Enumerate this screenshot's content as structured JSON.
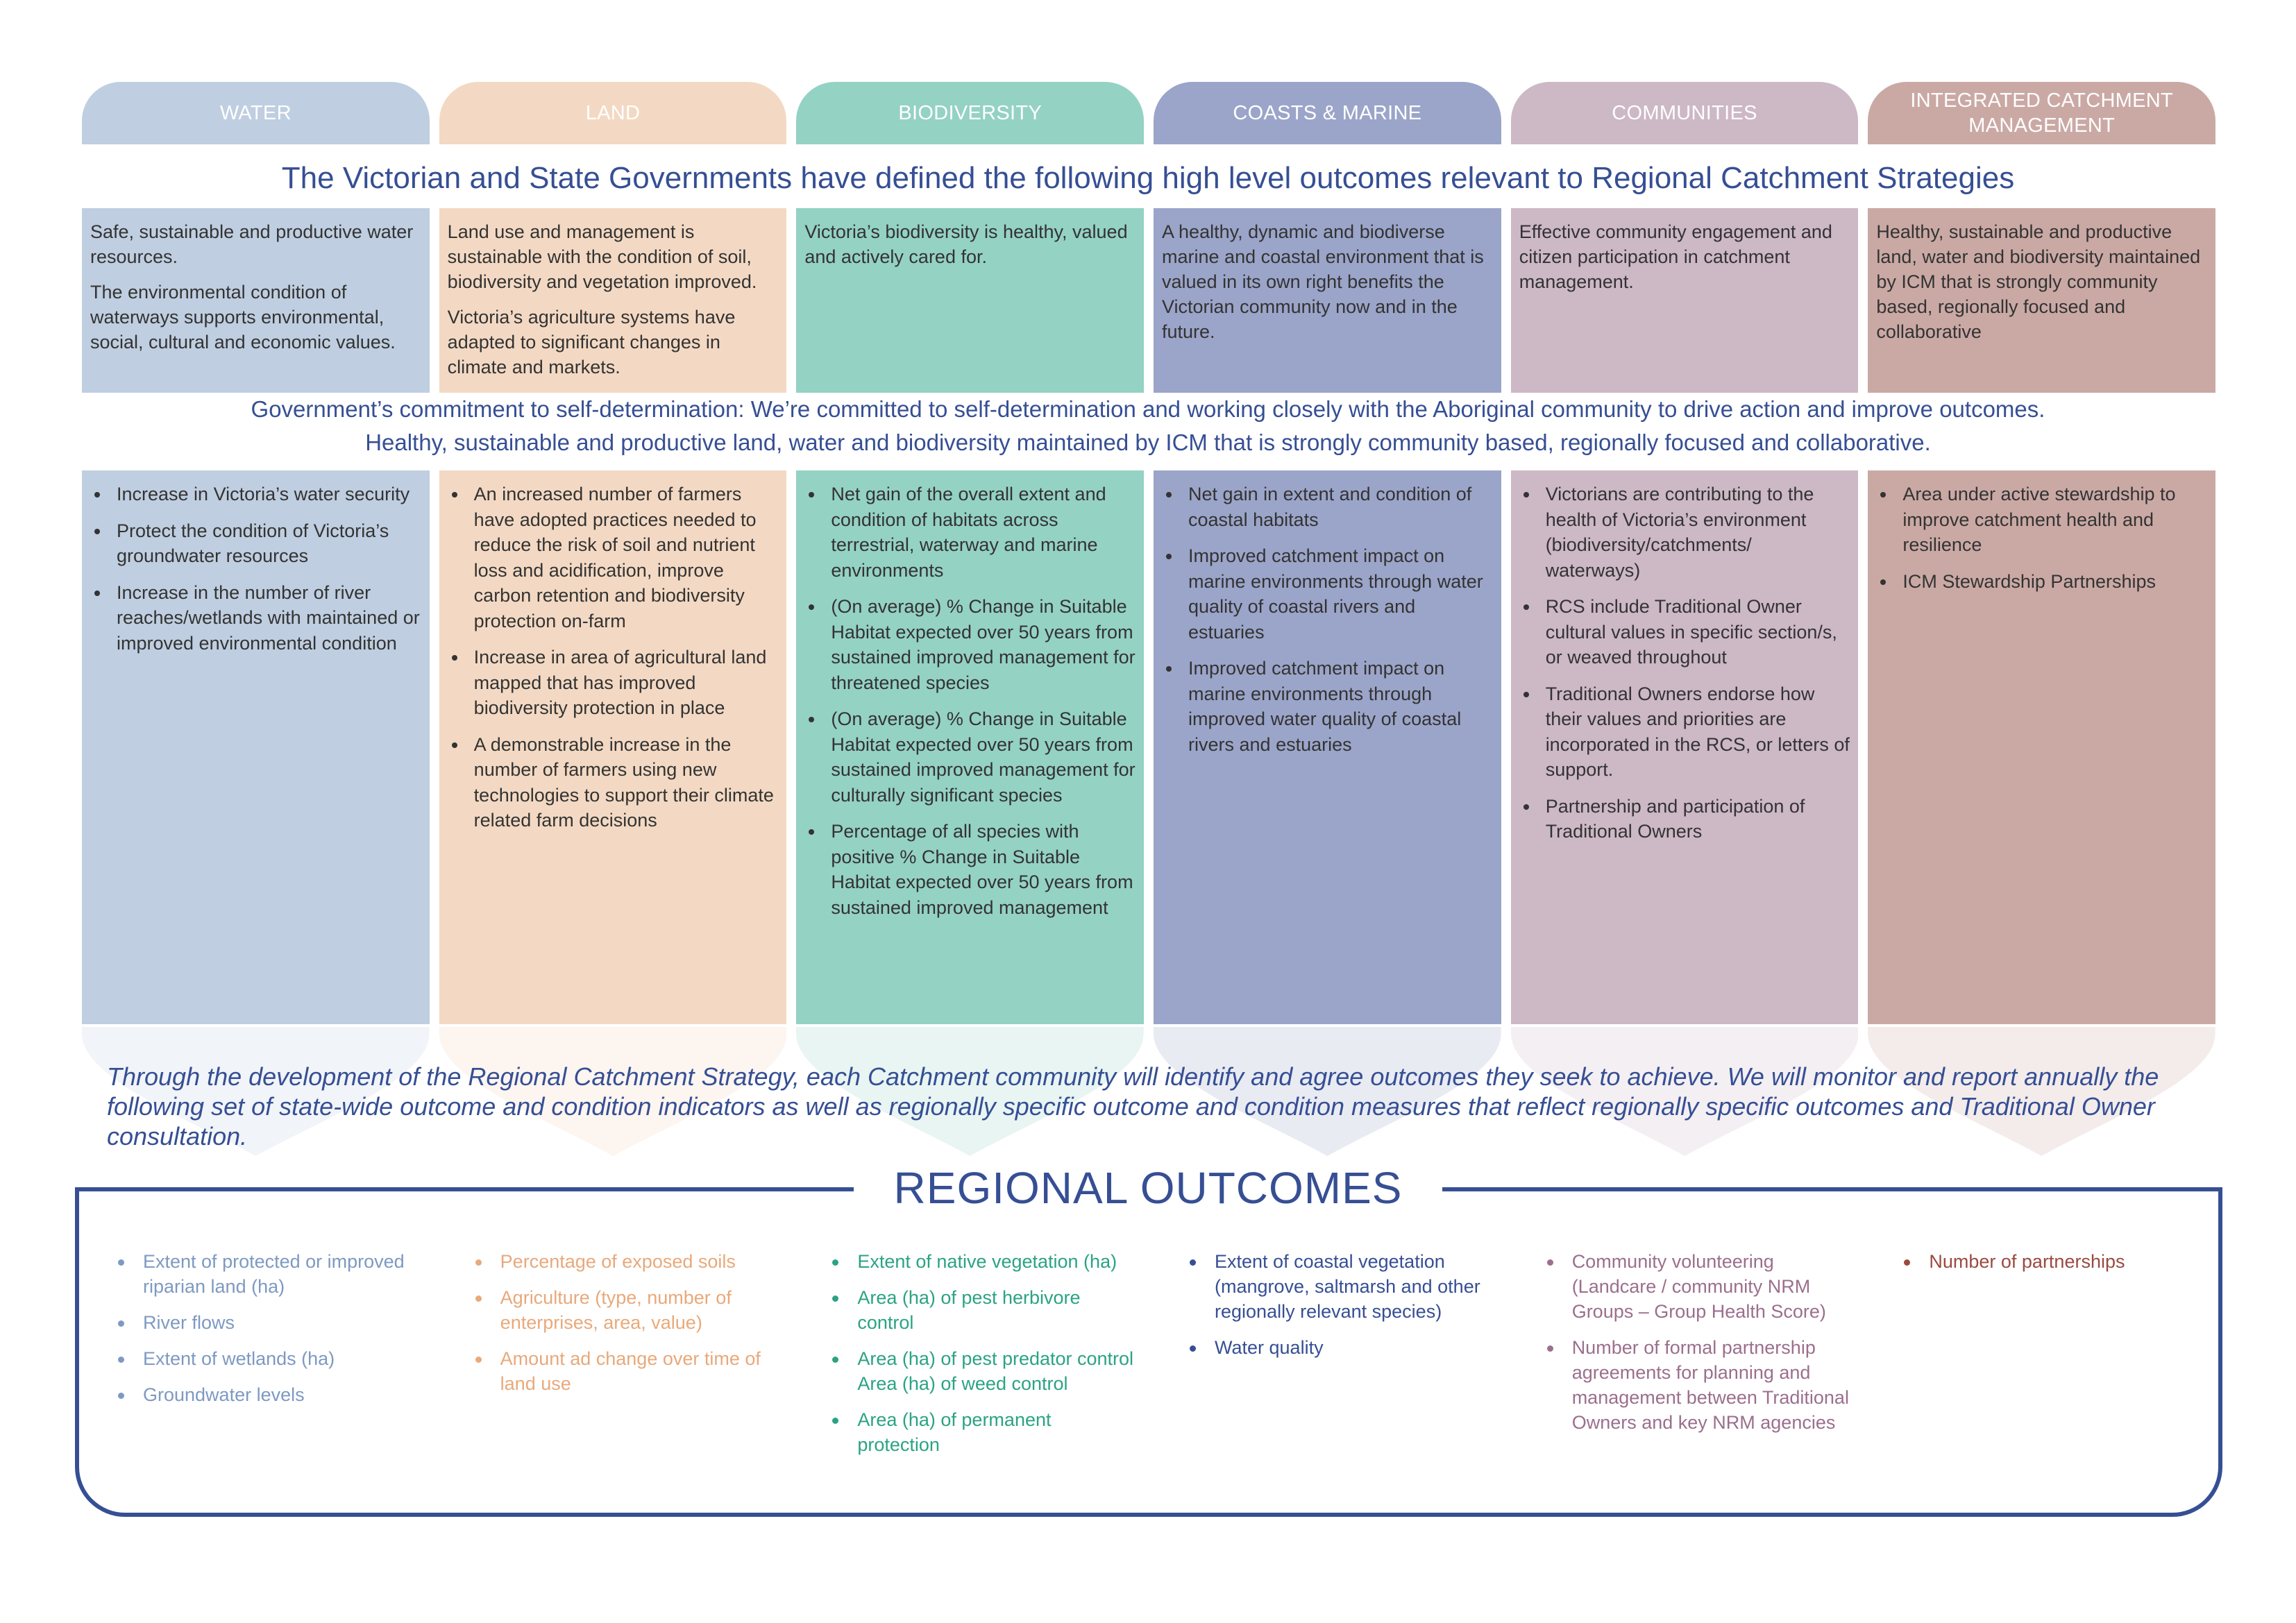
{
  "colors": {
    "water": "#bfcee0",
    "land": "#f3d9c3",
    "biodiversity": "#94d2c4",
    "coasts_marine": "#9ba5c9",
    "communities": "#cdb8c6",
    "icm": "#caa9a5",
    "accent_navy": "#364f94",
    "regional_water": "#7e99c2",
    "regional_land": "#e8a97b",
    "regional_biodiversity": "#2ba383",
    "regional_coasts": "#364f94",
    "regional_communities": "#9b6f8d",
    "regional_icm": "#9a4a40"
  },
  "themes": [
    {
      "key": "water",
      "label": "WATER"
    },
    {
      "key": "land",
      "label": "LAND"
    },
    {
      "key": "biodiversity",
      "label": "BIODIVERSITY"
    },
    {
      "key": "coasts_marine",
      "label": "COASTS & MARINE"
    },
    {
      "key": "communities",
      "label": "COMMUNITIES"
    },
    {
      "key": "icm",
      "label": "INTEGRATED CATCHMENT MANAGEMENT"
    }
  ],
  "main_title": "The Victorian and State Governments have defined the following high level outcomes relevant to Regional Catchment Strategies",
  "government_outcomes": [
    {
      "paragraphs": [
        "Safe, sustainable and productive water resources.",
        "The environmental condition of waterways supports environmental, social, cultural and economic values."
      ]
    },
    {
      "paragraphs": [
        "Land use and management is sustainable with the condition of soil, biodiversity and vegetation improved.",
        "Victoria’s agriculture systems have adapted to significant changes in climate and markets."
      ]
    },
    {
      "paragraphs": [
        "Victoria’s biodiversity is healthy, valued and actively cared for."
      ]
    },
    {
      "paragraphs": [
        "A healthy, dynamic and biodiverse marine and coastal environment that is valued in its own right benefits the Victorian community now and in the future."
      ]
    },
    {
      "paragraphs": [
        "Effective community engagement and citizen participation in catchment management."
      ]
    },
    {
      "paragraphs": [
        "Healthy, sustainable and productive land, water and biodiversity maintained by ICM that is strongly community based, regionally focused and collaborative"
      ]
    }
  ],
  "commitment": {
    "line1": "Government’s commitment to self-determination: We’re committed to self-determination and working closely with the Aboriginal community to drive action and improve outcomes.",
    "line2": "Healthy, sustainable and productive land, water and biodiversity maintained by ICM that is strongly community based, regionally focused and collaborative."
  },
  "indicators": [
    {
      "items": [
        "Increase in Victoria’s water security",
        "Protect the condition of Victoria’s groundwater resources",
        "Increase in the number of river reaches/wetlands with maintained or improved environmental condition"
      ]
    },
    {
      "items": [
        "An increased number of farmers have adopted practices needed to reduce the risk of soil and nutrient loss and acidification, improve carbon retention and biodiversity protection on-farm",
        "Increase in area of agricultural land mapped that has improved biodiversity protection in place",
        "A demonstrable increase in the number of farmers using new technologies to support their climate related farm decisions"
      ]
    },
    {
      "items": [
        "Net gain of the overall extent and condition of habitats across terrestrial, waterway and marine environments",
        "(On average) % Change in Suitable Habitat expected over 50 years from sustained improved management for threatened species",
        "(On average) % Change in Suitable Habitat expected over 50 years from sustained improved management for culturally significant species",
        "Percentage of all species with positive % Change in Suitable Habitat expected over 50 years from sustained improved management"
      ]
    },
    {
      "items": [
        "Net gain in extent and condition of coastal habitats",
        "Improved catchment impact on marine environments through water quality of coastal rivers and estuaries",
        "Improved catchment impact on marine environments through improved water quality of coastal rivers and estuaries"
      ]
    },
    {
      "items": [
        "Victorians are contributing to the health of Victoria’s environment (biodiversity/catchments/ waterways)",
        "RCS include Traditional Owner cultural values in specific section/s, or weaved throughout",
        "Traditional Owners endorse how their values and priorities are incorporated in the RCS, or letters of support.",
        "Partnership and participation of Traditional Owners"
      ]
    },
    {
      "items": [
        "Area under active stewardship to improve catchment health and resilience",
        "ICM Stewardship Partnerships"
      ]
    }
  ],
  "through_text": "Through the development of the Regional Catchment Strategy, each Catchment community will identify and agree outcomes they seek to achieve. We will monitor and report annually the following set of state-wide outcome and condition indicators as well as regionally specific outcome and condition measures that reflect regionally specific outcomes and Traditional Owner consultation.",
  "regional": {
    "title": "REGIONAL OUTCOMES",
    "columns": [
      {
        "items": [
          "Extent of protected or improved riparian land (ha)",
          "River flows",
          "Extent of wetlands (ha)",
          "Groundwater levels"
        ]
      },
      {
        "items": [
          "Percentage of exposed soils",
          "Agriculture (type, number of enterprises, area, value)",
          "Amount ad change over time of land use"
        ]
      },
      {
        "items": [
          "Extent of native vegetation (ha)",
          "Area (ha) of pest herbivore control",
          "Area (ha) of pest predator control Area (ha) of weed control",
          "Area (ha) of permanent protection"
        ]
      },
      {
        "items": [
          "Extent of coastal vegetation (mangrove, saltmarsh and other regionally relevant species)",
          "Water quality"
        ]
      },
      {
        "items": [
          "Community volunteering (Landcare / community NRM Groups – Group Health Score)",
          "Number of formal partnership agreements for planning and management between Traditional Owners and key NRM agencies"
        ]
      },
      {
        "items": [
          "Number of partnerships"
        ]
      }
    ]
  }
}
